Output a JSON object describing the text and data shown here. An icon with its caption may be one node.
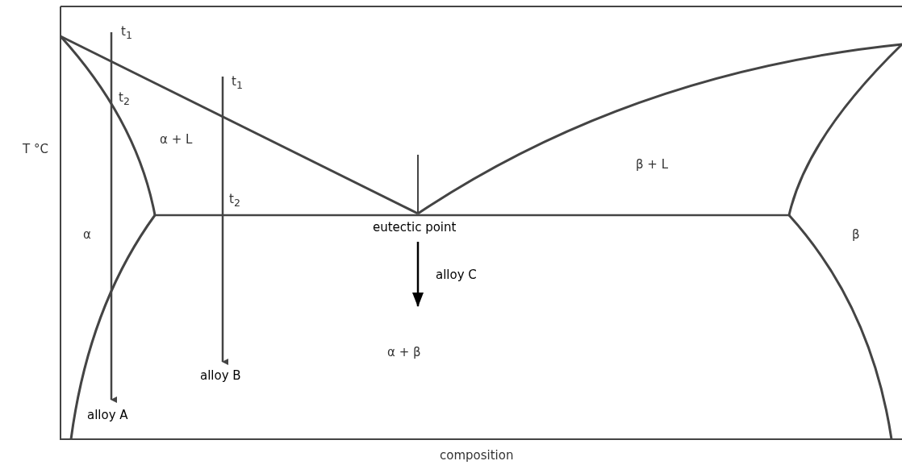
{
  "diagram": {
    "labels": [
      "t$_{1}$",
      "t$_{1}$",
      "t$_{2}$",
      "T °C",
      "α + L",
      "β + L",
      "t$_{2}$",
      "α",
      "β",
      "eutectic point",
      "alloy C",
      "α + β",
      "alloy B",
      "alloy A",
      "composition"
    ]
  }
}
